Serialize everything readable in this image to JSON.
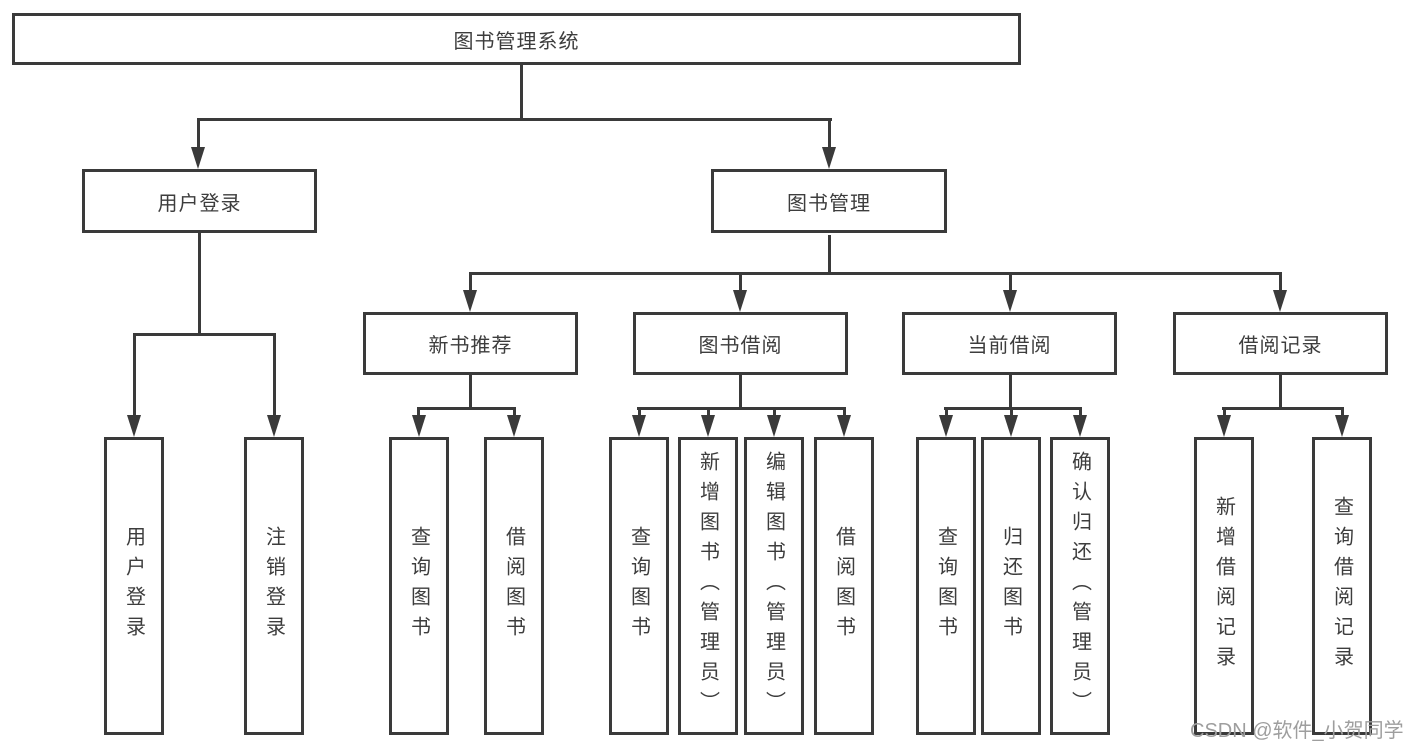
{
  "diagram": {
    "nodes": {
      "root": "图书管理系统",
      "user_login": "用户登录",
      "book_mgmt": "图书管理",
      "new_book": "新书推荐",
      "book_borrow": "图书借阅",
      "current_borrow": "当前借阅",
      "borrow_record": "借阅记录",
      "leaf_user_login": "用户登录",
      "leaf_logout": "注销登录",
      "leaf_nb_query": "查询图书",
      "leaf_nb_borrow": "借阅图书",
      "leaf_bb_query": "查询图书",
      "leaf_bb_add": "新增图书（管理员）",
      "leaf_bb_edit": "编辑图书（管理员）",
      "leaf_bb_borrow": "借阅图书",
      "leaf_cb_query": "查询图书",
      "leaf_cb_return": "归还图书",
      "leaf_cb_confirm": "确认归还（管理员）",
      "leaf_br_add": "新增借阅记录",
      "leaf_br_query": "查询借阅记录"
    },
    "watermark": "CSDN @软件_小贺同学",
    "colors": {
      "line": "#3a3a3a",
      "text": "#3d3d3d",
      "watermark": "#9e9e9e",
      "background": "#ffffff"
    }
  }
}
